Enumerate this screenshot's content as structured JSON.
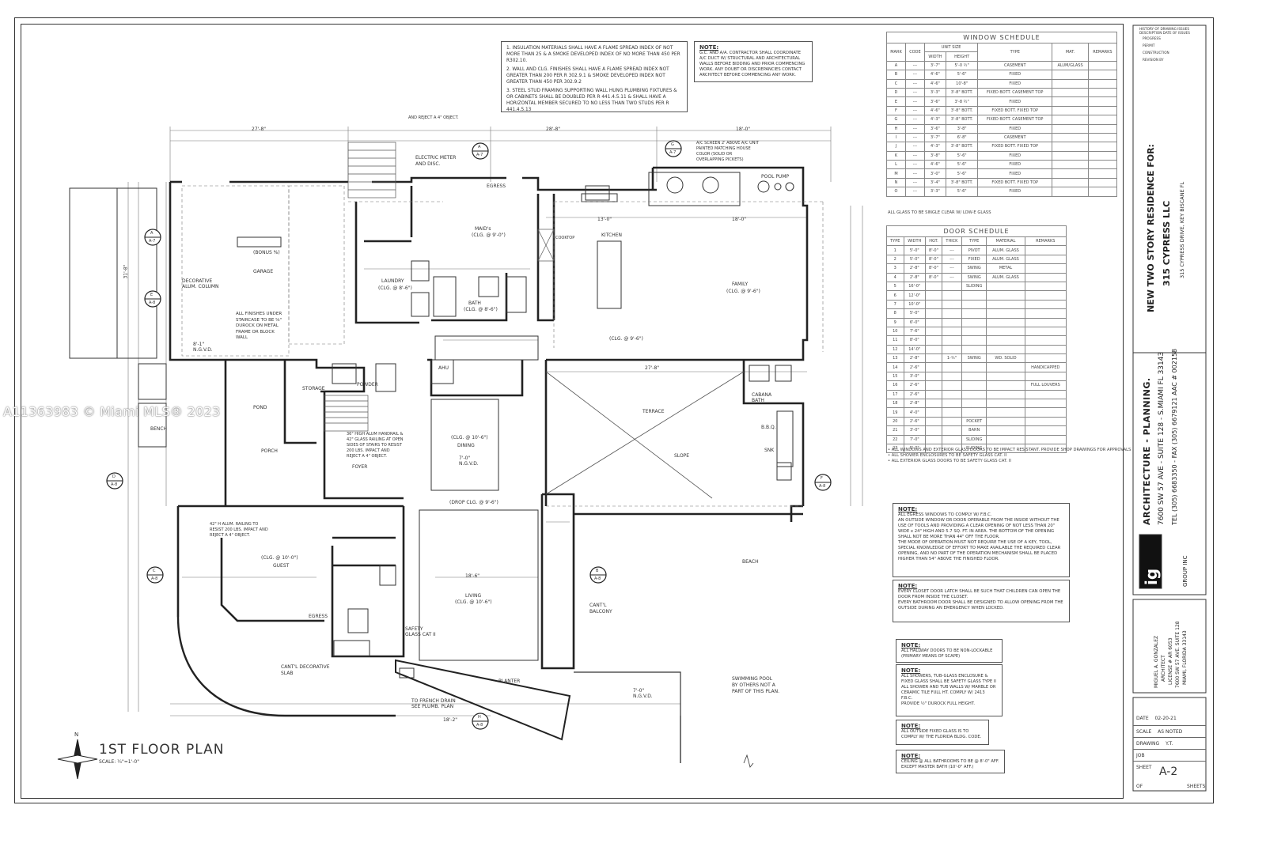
{
  "watermark": "A11363983 © Miami MLS® 2023",
  "plan": {
    "title": "1ST FLOOR PLAN",
    "scale": "SCALE: ¼\"=1'-0\"",
    "rooms": {
      "garage": "GARAGE",
      "bonus": "(BONUS %)",
      "maids": "MAID's",
      "maids_clg": "(CLG. @ 9'-0\")",
      "kitchen": "KITCHEN",
      "cooktop": "COOKTOP",
      "family": "FAMILY",
      "family_clg": "(CLG. @ 9'-6\")",
      "laundry": "LAUNDRY",
      "laundry_clg": "(CLG. @ 8'-6\")",
      "bath": "BATH",
      "bath_clg": "(CLG. @ 8'-6\")",
      "clg_main": "(CLG. @ 9'-6\")",
      "storage": "STORAGE",
      "powder": "POWDER",
      "ahu": "AHU",
      "terrace": "TERRACE",
      "slope": "SLOPE",
      "cabana_bath": "CABANA BATH",
      "dining": "DINING",
      "dining_clg": "(CLG. @ 10'-6\")",
      "dining_ngvd": "7'-0\" N.G.V.D.",
      "foyer": "FOYER",
      "porch": "PORCH",
      "pond": "POND",
      "bench": "BENCH",
      "bbq": "B.B.Q.",
      "snk": "SNK",
      "drop_clg": "(DROP CLG. @ 9'-6\")",
      "guest": "GUEST",
      "guest_clg": "(CLG. @ 10'-0\")",
      "living": "LIVING",
      "living_clg": "(CLG. @ 10'-6\")",
      "beach": "BEACH",
      "planter": "PLANTER",
      "cantl_balcony": "CANT'L BALCONY",
      "cantl_slab": "CANT'L DECORATIVE SLAB",
      "egress": "EGRESS",
      "electric": "ELECTRIC METER AND DISC.",
      "pool_pump": "POOL PUMP",
      "decorative_column": "DECORATIVE ALUM. COLUMN",
      "swimming_pool": "SWIMMING POOL BY OTHERS NOT A PART OF THIS PLAN.",
      "french_drain": "TO FRENCH DRAIN SEE PLUMB. PLAN",
      "safety_glass": "SAFETY GLASS CAT II",
      "railing_note": "42\" H ALUM. RAILING TO RESIST 200 LBS. IMPACT AND REJECT A 4\" OBJECT.",
      "handrail_note": "36\" HIGH ALUM HANDRAIL & 42\" GLASS RAILING AT OPEN SIDES OF STAIRS TO RESIST 200 LBS. IMPACT AND REJECT A 4\" OBJECT.",
      "finishes_note": "ALL FINISHES UNDER STAIRCASE TO BE ⅝\" DUROCK ON METAL FRAME OR BLOCK WALL",
      "ac_screen_note": "A/C SCREEN 2' ABOVE A/C UNIT PAINTED MATCHING HOUSE COLOR (SOLID OR OVERLAPPING PICKETS)",
      "reject_note": "AND REJECT A 4\" OBJECT.",
      "ngvd1": "8'-1\" N.G.V.D.",
      "ngvd2": "7'-0\" N.G.V.D."
    },
    "dims": {
      "top1": "27'-8\"",
      "top2": "28'-8\"",
      "top3": "18'-0\"",
      "left1": "31'-8\"",
      "bot1": "18'-2\"",
      "kitchen_w": "13'-0\"",
      "family_w": "18'-0\"",
      "terrace_w": "27'-8\"",
      "living_w": "18'-6\""
    }
  },
  "notes_top": [
    "1.   INSULATION MATERIALS SHALL HAVE A FLAME SPREAD INDEX OF NOT MORE THAN 25 & A SMOKE DEVELOPED INDEX OF NO MORE THAN 450 PER R302.10.",
    "2.   WALL AND CLG. FINISHES SHALL HAVE A FLAME SPREAD INDEX NOT GREATER THAN 200 PER R 302.9.1 & SMOKE DEVELOPED INDEX NOT GREATER THAN 450 PER 302.9.2",
    "3.   STEEL STUD FRAMING SUPPORTING WALL HUNG PLUMBING FIXTURES & OR CABINETS SHALL BE DOUBLED PER R 441.4.5.11 & SHALL HAVE A HORIZONTAL MEMBER SECURED TO NO LESS THAN TWO STUDS PER R 441.4.5.13"
  ],
  "note_gc": {
    "title": "NOTE:",
    "text": "G.C. AND A/A. CONTRACTOR SHALL COORDINATE A/C DUCT W/ STRUCTURAL AND ARCHITECTURAL WALLS BEFORE BIDDING AND PRIOR COMMENCING WORK. ANY DOUBT OR DISCREPANCIES CONTACT ARCHITECT BEFORE COMMENCING ANY WORK."
  },
  "window_schedule": {
    "title": "WINDOW SCHEDULE",
    "headers": [
      "MARK",
      "CODE",
      "WIDTH",
      "HEIGHT",
      "TYPE",
      "MAT.",
      "REMARKS"
    ],
    "unit_size": "UNIT SIZE",
    "rows": [
      [
        "A",
        "---",
        "3'-7\"",
        "5'-0 ½\"",
        "CASEMENT",
        "ALUM/GLASS",
        ""
      ],
      [
        "B",
        "---",
        "4'-6\"",
        "5'-6\"",
        "FIXED",
        "",
        ""
      ],
      [
        "C",
        "---",
        "4'-6\"",
        "10'-8\"",
        "FIXED",
        "",
        ""
      ],
      [
        "D",
        "---",
        "3'-3\"",
        "3'-8\" BOTT.",
        "FIXED BOTT. CASEMENT TOP",
        "",
        ""
      ],
      [
        "E",
        "---",
        "3'-6\"",
        "3'-8 ½\"",
        "FIXED",
        "",
        ""
      ],
      [
        "F",
        "---",
        "4'-6\"",
        "3'-8\" BOTT.",
        "FIXED BOTT. FIXED TOP",
        "",
        ""
      ],
      [
        "G",
        "---",
        "4'-3\"",
        "3'-8\" BOTT.",
        "FIXED BOTT. CASEMENT TOP",
        "",
        ""
      ],
      [
        "H",
        "---",
        "3'-6\"",
        "3'-8\"",
        "FIXED",
        "",
        ""
      ],
      [
        "I",
        "---",
        "3'-7\"",
        "6'-8\"",
        "CASEMENT",
        "",
        ""
      ],
      [
        "J",
        "---",
        "4'-3\"",
        "3'-8\" BOTT.",
        "FIXED BOTT. FIXED TOP",
        "",
        ""
      ],
      [
        "K",
        "---",
        "3'-8\"",
        "5'-6\"",
        "FIXED",
        "",
        ""
      ],
      [
        "L",
        "---",
        "4'-6\"",
        "5'-6\"",
        "FIXED",
        "",
        ""
      ],
      [
        "M",
        "---",
        "3'-0\"",
        "5'-6\"",
        "FIXED",
        "",
        ""
      ],
      [
        "N",
        "---",
        "3'-4\"",
        "3'-8\" BOTT.",
        "FIXED BOTT. FIXED TOP",
        "",
        ""
      ],
      [
        "O",
        "---",
        "3'-3\"",
        "5'-6\"",
        "FIXED",
        "",
        ""
      ]
    ],
    "footnote": "ALL GLASS TO BE SINGLE CLEAR W/ LOW-E GLASS"
  },
  "door_schedule": {
    "title": "DOOR SCHEDULE",
    "headers": [
      "TYPE",
      "WIDTH",
      "HGT.",
      "THICK",
      "TYPE",
      "MATERIAL",
      "REMARKS"
    ],
    "rows": [
      [
        "1",
        "5'-0\"",
        "8'-0\"",
        "---",
        "PIVOT",
        "ALUM. GLASS",
        ""
      ],
      [
        "2",
        "5'-0\"",
        "8'-0\"",
        "---",
        "FIXED",
        "ALUM. GLASS",
        ""
      ],
      [
        "3",
        "2'-8\"",
        "8'-0\"",
        "---",
        "SWING",
        "METAL",
        ""
      ],
      [
        "4",
        "2'-8\"",
        "8'-0\"",
        "---",
        "SWING",
        "ALUM. GLASS",
        ""
      ],
      [
        "5",
        "16'-0\"",
        "",
        "",
        "SLIDING",
        "",
        ""
      ],
      [
        "6",
        "12'-0\"",
        "",
        "",
        "",
        "",
        ""
      ],
      [
        "7",
        "10'-0\"",
        "",
        "",
        "",
        "",
        ""
      ],
      [
        "8",
        "5'-0\"",
        "",
        "",
        "",
        "",
        ""
      ],
      [
        "9",
        "6'-0\"",
        "",
        "",
        "",
        "",
        ""
      ],
      [
        "10",
        "7'-6\"",
        "",
        "",
        "",
        "",
        ""
      ],
      [
        "11",
        "8'-0\"",
        "",
        "",
        "",
        "",
        ""
      ],
      [
        "12",
        "14'-0\"",
        "",
        "",
        "",
        "",
        ""
      ],
      [
        "13",
        "2'-8\"",
        "",
        "1-¾\"",
        "SWING",
        "WD. SOLID",
        ""
      ],
      [
        "14",
        "2'-6\"",
        "",
        "",
        "",
        "",
        "HANDICAPPED"
      ],
      [
        "15",
        "3'-0\"",
        "",
        "",
        "",
        "",
        ""
      ],
      [
        "16",
        "2'-6\"",
        "",
        "",
        "",
        "",
        "FULL LOUVERS"
      ],
      [
        "17",
        "2'-6\"",
        "",
        "",
        "",
        "",
        ""
      ],
      [
        "18",
        "2'-8\"",
        "",
        "",
        "",
        "",
        ""
      ],
      [
        "19",
        "4'-0\"",
        "",
        "",
        "",
        "",
        ""
      ],
      [
        "20",
        "2'-6\"",
        "",
        "",
        "POCKET",
        "",
        ""
      ],
      [
        "21",
        "3'-0\"",
        "",
        "",
        "BARN",
        "",
        ""
      ],
      [
        "22",
        "7'-0\"",
        "",
        "",
        "SLIDING",
        "",
        ""
      ],
      [
        "23",
        "5'-0\"",
        "",
        "",
        "SLIDING",
        "",
        ""
      ]
    ],
    "footnotes": [
      "• ALL WINDOWS AND EXTERIOR GLASS DOORS TO BE IMPACT RESISTANT. PROVIDE SHOP DRAWINGS FOR APPROVALS",
      "• ALL SHOWER ENCLOSURES TO BE SAFETY GLASS CAT. II",
      "• ALL EXTERIOR GLASS DOORS TO BE SAFETY GLASS CAT. II"
    ]
  },
  "notes_right": [
    {
      "title": "NOTE:",
      "text": "ALL EGRESS WINDOWS TO COMPLY W/ F.B.C.\nAN OUTSIDE WINDOW OR DOOR OPERABLE FROM THE INSIDE WITHOUT THE USE OF TOOLS AND PROVIDING A CLEAR OPENING OF NOT LESS THAN 20\" WIDE x 24\" HIGH AND 5.7 SQ. FT. IN AREA. THE BOTTOM OF THE OPENING SHALL NOT BE MORE THAN 44\" OFF THE FLOOR.\nTHE MODE OF OPERATION MUST NOT REQUIRE THE USE OF A KEY, TOOL, SPECIAL KNOWLEDGE OF EFFORT TO MAKE AVAILABLE THE REQUIRED CLEAR OPENING, AND NO PART OF THE OPERATION MECHANISM SHALL BE PLACED HIGHER THAN 54\" ABOVE THE FINISHED FLOOR."
    },
    {
      "title": "NOTE:",
      "text": "EVERY CLOSET DOOR LATCH SHALL BE SUCH THAT CHILDREN CAN OPEN THE DOOR FROM INSIDE THE CLOSET.\nEVERY BATHROOM DOOR SHALL BE DESIGNED TO ALLOW OPENING FROM THE OUTSIDE DURING AN EMERGENCY WHEN LOCKED."
    },
    {
      "title": "NOTE:",
      "text": "ALL HALLWAY DOORS TO BE NON-LOCKABLE (PRIMARY MEANS OF SCAPE)"
    },
    {
      "title": "NOTE:",
      "text": "ALL SHOWERS, TUB-GLASS ENCLOSURE & FIXED GLASS SHALL BE SAFETY GLASS TYPE II\nALL SHOWER AND TUB WALLS W/ MARBLE OR CERAMIC TILE FULL HT. COMPLY W/ 2413 F.B.C.\nPROVIDE ½\" DUROCK FULL HEIGHT."
    },
    {
      "title": "NOTE:",
      "text": "ALL OUTSIDE FIXED GLASS IS TO COMPLY W/ THE FLORIDA BLDG. CODE."
    },
    {
      "title": "NOTE:",
      "text": "CEILING @ ALL BATHROOMS TO BE @ 8'-0\" AFF. EXCEPT MASTER BATH (10'-0\" AFF.)"
    }
  ],
  "title_block": {
    "history_title": "HISTORY OF DRAWING ISSUES DESCRIPTION DATE OF ISSUES",
    "history_items": [
      "PROGRESS",
      "PERMIT",
      "CONSTRUCTION",
      "REVISION BY"
    ],
    "project_line1": "NEW TWO STORY RESIDENCE FOR:",
    "project_line2": "315 CYPRESS LLC",
    "project_address": "315 CYPRESS DRIVE, KEY BISCANE FL",
    "firm_line1": "ARCHITECTURE  -  PLANNING.",
    "firm_line2": "7600 SW 57 AVE - SUITE 128 - S.MIAMI FL 33143",
    "firm_line3": "TEL (305) 6683350 - FAX (305) 6679121   AAC # 002158",
    "firm_logo": "ig",
    "firm_group": "GROUP INC",
    "architect_lines": [
      "MIGUEL A. GONZALEZ",
      "ARCHITECT",
      "LICENSE # AR 6053",
      "7600 SW 57 AVE. SUITE 128",
      "MIAMI, FLORIDA 33143"
    ],
    "date_label": "DATE",
    "date_value": "02-20-21",
    "scale_label": "SCALE",
    "scale_value": "AS NOTED",
    "drawing_label": "DRAWING",
    "drawing_value": "Y.T.",
    "job_label": "JOB",
    "sheet_label": "SHEET",
    "sheet_value": "A-2",
    "of_label": "OF",
    "sheets_label": "SHEETS"
  },
  "section_markers": [
    {
      "letter": "A",
      "sheet": "A-7"
    },
    {
      "letter": "B",
      "sheet": "A-8"
    },
    {
      "letter": "C",
      "sheet": "A-8"
    },
    {
      "letter": "D",
      "sheet": "A-8"
    },
    {
      "letter": "E",
      "sheet": "A-8"
    },
    {
      "letter": "F",
      "sheet": "A-8"
    },
    {
      "letter": "G",
      "sheet": "A-7"
    },
    {
      "letter": "H",
      "sheet": "A-8"
    }
  ],
  "north_label": "N"
}
